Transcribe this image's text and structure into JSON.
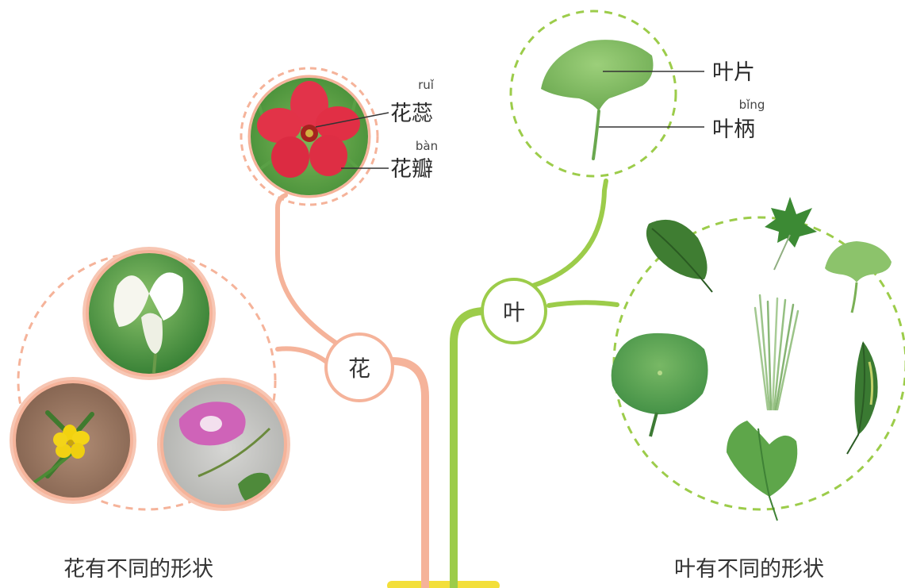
{
  "flower": {
    "node_label": "花",
    "stamen_pinyin": "ruǐ",
    "stamen_label": "花蕊",
    "petal_pinyin": "bàn",
    "petal_label": "花瓣",
    "caption": "花有不同的形状"
  },
  "leaf": {
    "node_label": "叶",
    "blade_label": "叶片",
    "petiole_pinyin": "bǐng",
    "petiole_label": "叶柄",
    "caption": "叶有不同的形状"
  },
  "colors": {
    "flower_branch": "#f5b39a",
    "leaf_branch": "#9ccc4a",
    "trunk_yellow": "#f3df3a"
  }
}
